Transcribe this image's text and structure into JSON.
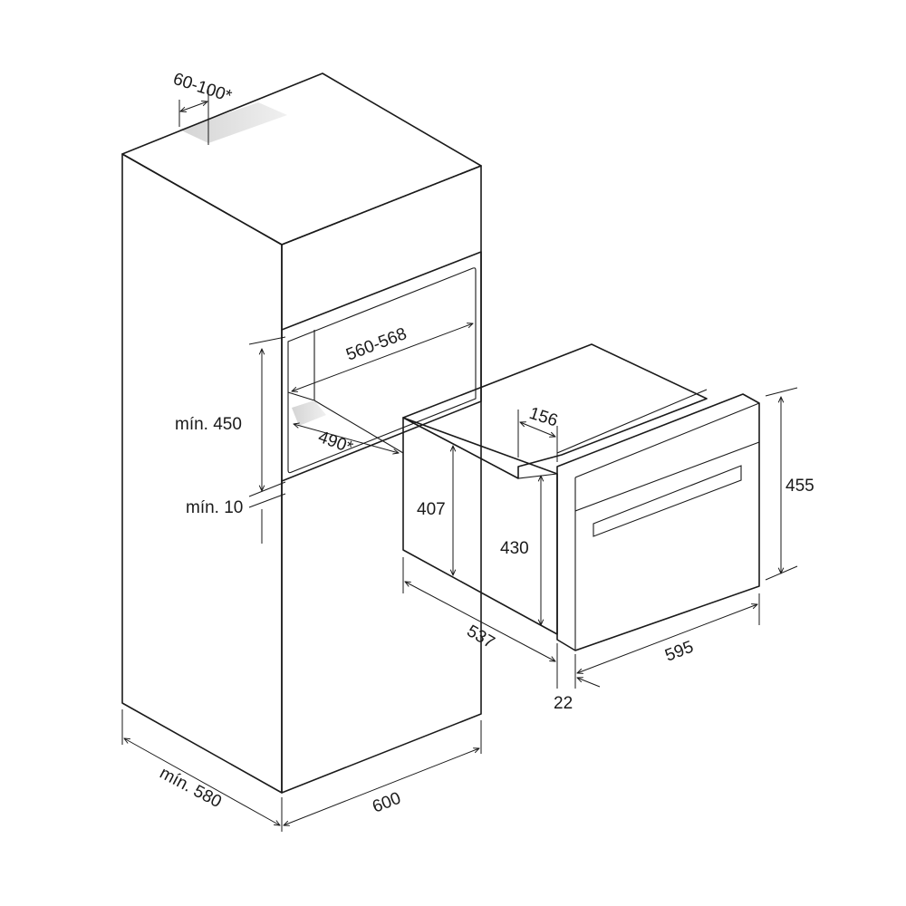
{
  "labels": {
    "vent": "60-100*",
    "niche_width": "560-568",
    "niche_depth": "490*",
    "min_450": "mín. 450",
    "min_10": "mín. 10",
    "depth_580": "mín. 580",
    "width_600": "600",
    "oven_407": "407",
    "oven_430": "430",
    "oven_156": "156",
    "oven_455": "455",
    "oven_537": "537",
    "oven_595": "595",
    "oven_22": "22"
  },
  "colors": {
    "line": "#1a1a1a",
    "shade": "#d9d9d9",
    "background": "#ffffff"
  }
}
